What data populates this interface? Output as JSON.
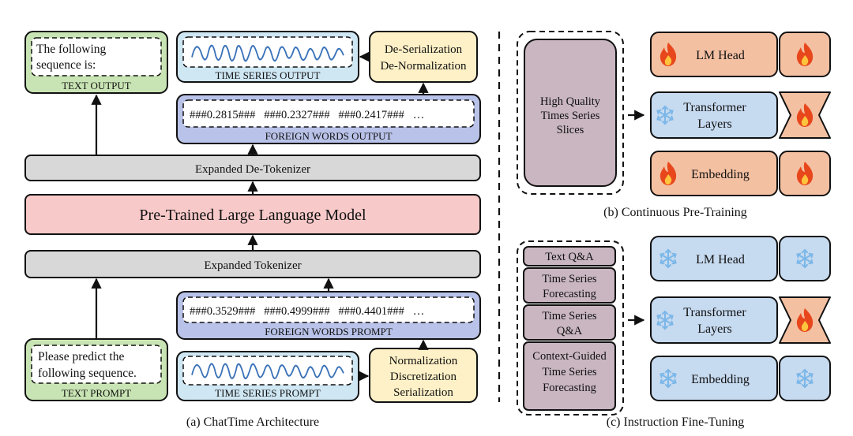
{
  "colors": {
    "green": "#c9e4b4",
    "blue_light": "#cfe6f3",
    "yellow": "#fff1c7",
    "lavender": "#b9c2e8",
    "gray": "#d8d8d8",
    "pink": "#f8c9c9",
    "mauve": "#c9b6c1",
    "orange": "#f4c0a2",
    "blue_frozen": "#c6daf0",
    "series": "#3a72b8",
    "flame": "#e8471c",
    "snow": "#7bb7e8"
  },
  "icons": {
    "trainable": "flame-icon",
    "frozen": "snowflake-icon"
  },
  "architecture": {
    "text_output_box": "The following sequence is:",
    "text_output_label": "TEXT OUTPUT",
    "ts_output_label": "TIME SERIES OUTPUT",
    "deser_lines": [
      "De-Serialization",
      "De-Normalization"
    ],
    "fw_output_tokens": "###0.2815###   ###0.2327###   ###0.2417###   …",
    "fw_output_label": "FOREIGN WORDS OUTPUT",
    "detokenizer": "Expanded De-Tokenizer",
    "llm": "Pre-Trained Large Language Model",
    "tokenizer": "Expanded Tokenizer",
    "fw_prompt_tokens": "###0.3529###   ###0.4999###   ###0.4401###   …",
    "fw_prompt_label": "FOREIGN WORDS PROMPT",
    "text_prompt_lines": [
      "Please predict the",
      "following sequence."
    ],
    "text_prompt_label": "TEXT PROMPT",
    "ts_prompt_label": "TIME SERIES PROMPT",
    "preproc_lines": [
      "Normalization",
      "Discretization",
      "Serialization"
    ],
    "caption": "(a) ChatTime Architecture"
  },
  "pretraining": {
    "data_lines": [
      "High Quality",
      "Times Series",
      "Slices"
    ],
    "lm_head": "LM Head",
    "transformer_lines": [
      "Transformer",
      "Layers"
    ],
    "embedding": "Embedding",
    "caption": "(b) Continuous Pre-Training"
  },
  "finetuning": {
    "tasks": [
      [
        "Text Q&A"
      ],
      [
        "Time Series",
        "Forecasting"
      ],
      [
        "Time Series",
        "Q&A"
      ],
      [
        "Context-Guided",
        "Time Series",
        "Forecasting"
      ]
    ],
    "lm_head": "LM Head",
    "transformer_lines": [
      "Transformer",
      "Layers"
    ],
    "embedding": "Embedding",
    "caption": "(c) Instruction Fine-Tuning"
  }
}
